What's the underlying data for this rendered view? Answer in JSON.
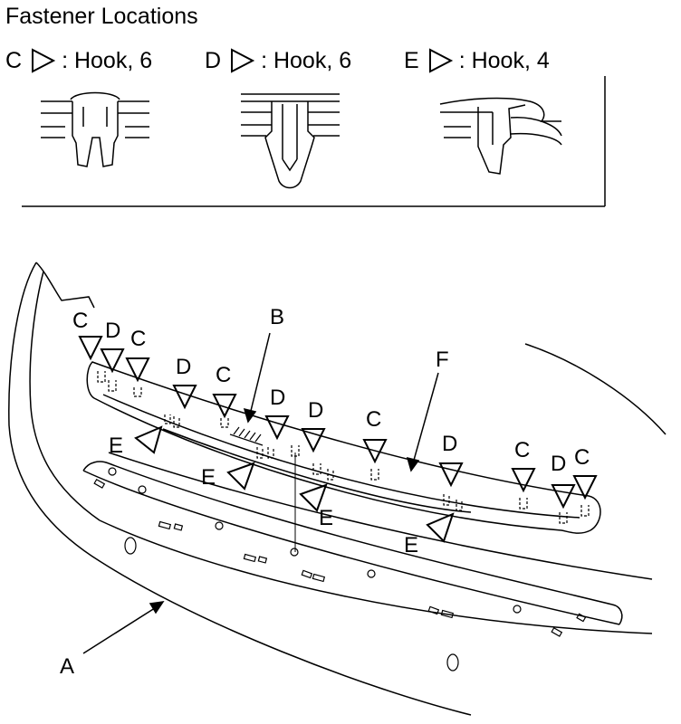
{
  "title": "Fastener Locations",
  "legend": [
    {
      "letter": "C",
      "desc": ": Hook, 6"
    },
    {
      "letter": "D",
      "desc": ": Hook, 6"
    },
    {
      "letter": "E",
      "desc": ": Hook, 4"
    }
  ],
  "callouts": {
    "a": "A",
    "b": "B",
    "f": "F"
  },
  "markers": [
    {
      "label": "C"
    },
    {
      "label": "D"
    },
    {
      "label": "C"
    },
    {
      "label": "D"
    },
    {
      "label": "C"
    },
    {
      "label": "D"
    },
    {
      "label": "D"
    },
    {
      "label": "C"
    },
    {
      "label": "D"
    },
    {
      "label": "C"
    },
    {
      "label": "D"
    },
    {
      "label": "C"
    },
    {
      "label": "E"
    },
    {
      "label": "E"
    },
    {
      "label": "E"
    },
    {
      "label": "E"
    }
  ]
}
